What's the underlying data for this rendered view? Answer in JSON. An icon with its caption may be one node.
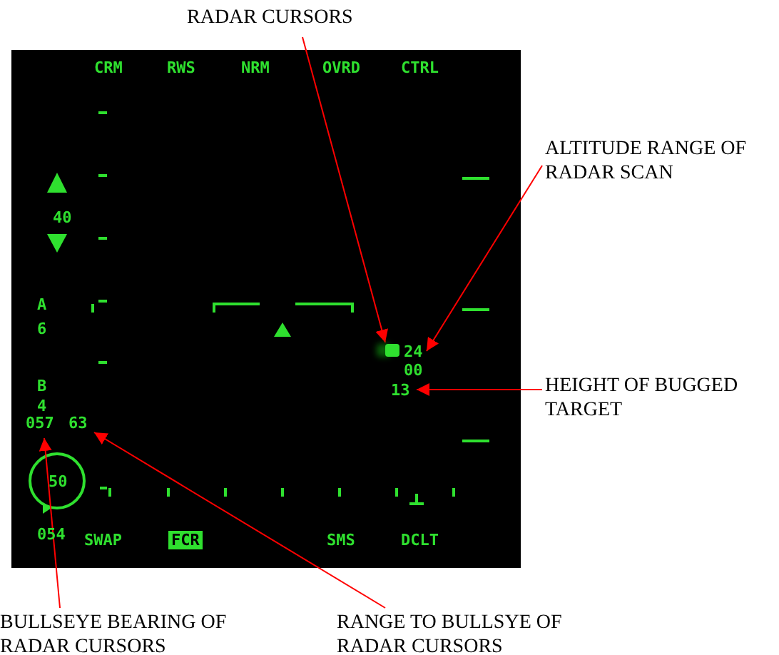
{
  "diagram": {
    "nodes": [
      {
        "text": [
          "RADAR CURSORS"
        ]
      },
      {
        "text": [],
        "shape": "box"
      },
      {
        "text": [
          "ALTITUDE RANGE OF RADAR SCAN"
        ]
      },
      {
        "text": [
          "24",
          "00"
        ]
      },
      {
        "text": [
          "HEIGHT OF BUGGED TARGET"
        ]
      },
      {
        "text": [
          "13"
        ]
      },
      {
        "text": [
          "BULLSEYE BEARING OF RADAR CURSORS"
        ]
      },
      {
        "text": [
          "057"
        ]
      },
      {
        "text": [
          "RANGE TO BULLSYE OF RADAR CURSORS"
        ]
      },
      {
        "text": [
          "63"
        ]
      }
    ],
    "edges": [
      {
        "from": 0,
        "to": 1,
        "arrow": "to"
      },
      {
        "from": 2,
        "to": 3,
        "arrow": "to"
      },
      {
        "from": 4,
        "to": 5,
        "arrow": "to"
      },
      {
        "from": 6,
        "to": 7,
        "arrow": "to"
      },
      {
        "from": 8,
        "to": 9,
        "arrow": "to"
      }
    ],
    "labels": [
      "CRM",
      "RWS",
      "NRM",
      "OVRD",
      "CTRL",
      "40",
      "A",
      "6",
      "B",
      "4",
      "50",
      "054",
      "SWAP",
      "FCR",
      "SMS",
      "DCLT"
    ]
  }
}
